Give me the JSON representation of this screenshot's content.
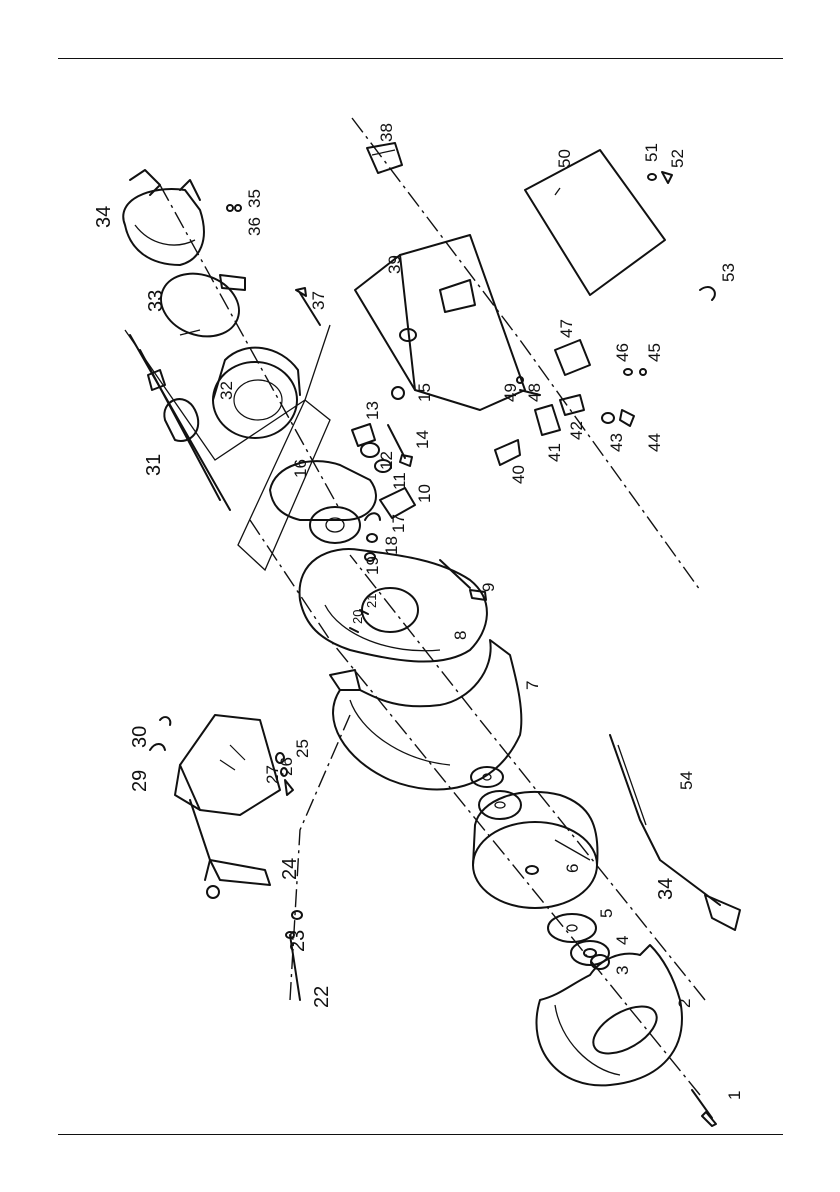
{
  "diagram": {
    "type": "exploded-parts-view",
    "callouts": [
      "1",
      "2",
      "3",
      "4",
      "5",
      "6",
      "7",
      "8",
      "9",
      "10",
      "11",
      "12",
      "13",
      "14",
      "15",
      "16",
      "17",
      "18",
      "19",
      "20",
      "21",
      "22",
      "23",
      "24",
      "25",
      "26",
      "27",
      "29",
      "30",
      "31",
      "32",
      "33",
      "34",
      "34",
      "35",
      "36",
      "37",
      "38",
      "39",
      "40",
      "41",
      "42",
      "43",
      "44",
      "45",
      "46",
      "47",
      "48",
      "49",
      "50",
      "51",
      "52",
      "53",
      "54"
    ]
  }
}
